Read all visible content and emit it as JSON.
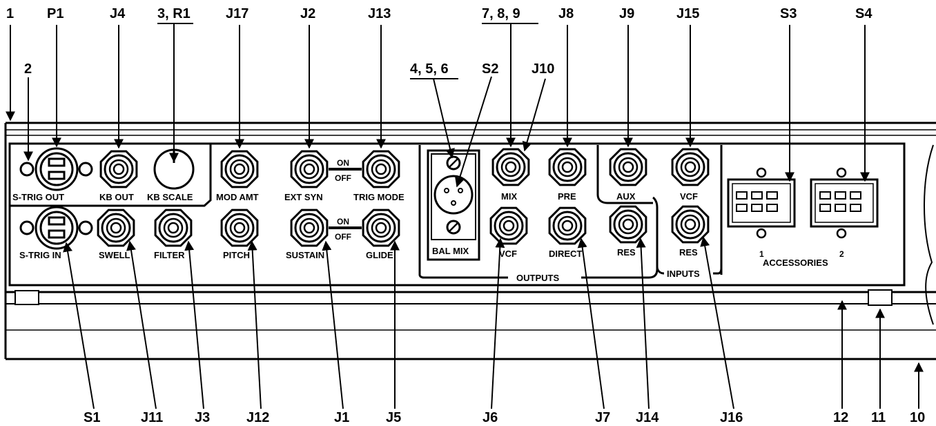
{
  "callouts": {
    "c1": "1",
    "c2": "2",
    "p1": "P1",
    "j4": "J4",
    "c3r1": "3, R1",
    "j17": "J17",
    "j2": "J2",
    "j13": "J13",
    "c456": "4, 5, 6",
    "s2": "S2",
    "c789": "7, 8, 9",
    "j10": "J10",
    "j8": "J8",
    "j9": "J9",
    "j15": "J15",
    "s3": "S3",
    "s4": "S4",
    "s1": "S1",
    "j11": "J11",
    "j3": "J3",
    "j12": "J12",
    "j1": "J1",
    "j5": "J5",
    "j6": "J6",
    "j7": "J7",
    "j14": "J14",
    "j16": "J16",
    "c12": "12",
    "c11": "11",
    "c10": "10"
  },
  "panel_labels": {
    "strig_out": "S-TRIG OUT",
    "kb_out": "KB OUT",
    "kb_scale": "KB SCALE",
    "mod_amt": "MOD AMT",
    "ext_syn": "EXT SYN",
    "trig_mode": "TRIG MODE",
    "on_top": "ON",
    "off_top": "OFF",
    "strig_in": "S-TRIG IN",
    "swell": "SWELL",
    "filter": "FILTER",
    "pitch": "PITCH",
    "sustain": "SUSTAIN",
    "glide": "GLIDE",
    "on_bottom": "ON",
    "off_bottom": "OFF",
    "bal_mix": "BAL MIX",
    "mix": "MIX",
    "pre": "PRE",
    "vcf_out": "VCF",
    "direct": "DIRECT",
    "outputs": "OUTPUTS",
    "aux": "AUX",
    "vcf_in": "VCF",
    "res_in": "RES",
    "res_j14": "RES",
    "inputs": "INPUTS",
    "acc_1": "1",
    "acc_2": "2",
    "accessories": "ACCESSORIES"
  }
}
